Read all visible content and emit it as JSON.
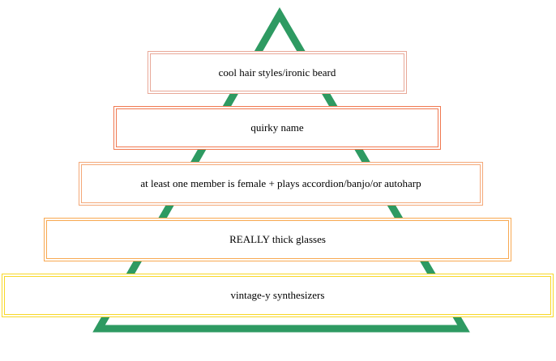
{
  "colors": {
    "triangle": "#2e9a62",
    "levels": [
      "#e8a898",
      "#f07850",
      "#f4a878",
      "#f8a850",
      "#f8d828"
    ]
  },
  "levels": [
    {
      "label": "cool hair styles/ironic beard"
    },
    {
      "label": "quirky name"
    },
    {
      "label": "at least one member is female + plays accordion/banjo/or autoharp"
    },
    {
      "label": "REALLY thick glasses"
    },
    {
      "label": "vintage-y synthesizers"
    }
  ]
}
